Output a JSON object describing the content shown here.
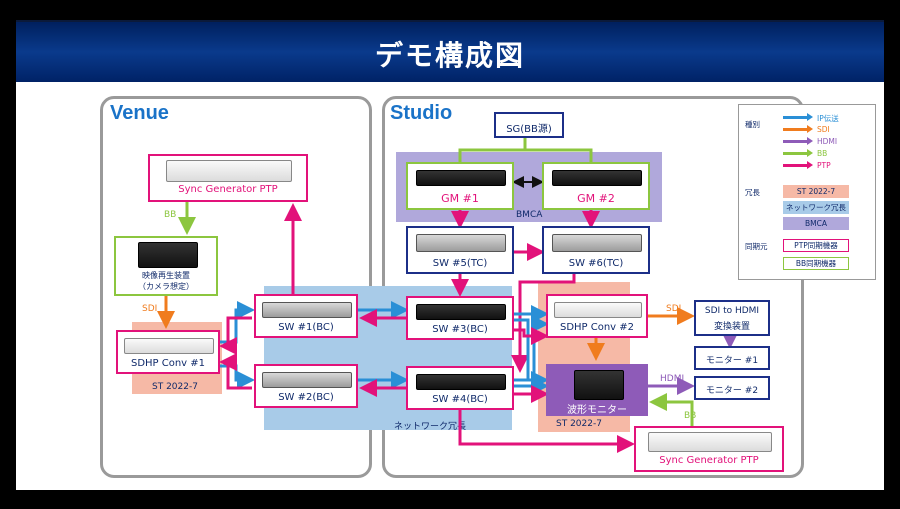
{
  "title": "デモ構成図",
  "zones": {
    "venue": "Venue",
    "studio": "Studio"
  },
  "nodes": {
    "sync_gen_venue": "Sync Generator PTP",
    "player_line1": "映像再生装置",
    "player_line2": "（カメラ想定）",
    "sdhp_conv1": "SDHP Conv #1",
    "sw1": "SW #1(BC)",
    "sw2": "SW #2(BC)",
    "sg_bb": "SG(BB源)",
    "gm1": "GM #1",
    "gm2": "GM #2",
    "sw5": "SW #5(TC)",
    "sw6": "SW #6(TC)",
    "sw3": "SW #3(BC)",
    "sw4": "SW #4(BC)",
    "sdhp_conv2": "SDHP Conv #2",
    "waveform": "波形モニター",
    "sdi_hdmi_line1": "SDI to HDMI",
    "sdi_hdmi_line2": "変換装置",
    "monitor1": "モニター #1",
    "monitor2": "モニター #2",
    "sync_gen_studio": "Sync Generator PTP"
  },
  "labels": {
    "bb_venue": "BB",
    "sdi_venue": "SDI",
    "st2022_venue": "ST 2022-7",
    "bmca": "BMCA",
    "network_redundancy": "ネットワーク冗長",
    "st2022_studio": "ST 2022-7",
    "sdi_studio": "SDI",
    "hdmi_studio": "HDMI",
    "bb_studio": "BB"
  },
  "legend": {
    "type_header": "種別",
    "items": [
      {
        "label": "IP伝送",
        "color": "#2a8fd6"
      },
      {
        "label": "SDI",
        "color": "#f07c1e"
      },
      {
        "label": "HDMI",
        "color": "#8e5bb8"
      },
      {
        "label": "BB",
        "color": "#8cc63f"
      },
      {
        "label": "PTP",
        "color": "#e2127a"
      }
    ],
    "redundancy_header": "冗長",
    "redundancy_items": [
      "ST 2022-7",
      "ネットワーク冗長",
      "BMCA"
    ],
    "sync_header": "同期元",
    "sync_items": [
      "PTP同期機器",
      "BB同期機器"
    ]
  },
  "colors": {
    "ip": "#2a8fd6",
    "sdi": "#f07c1e",
    "hdmi": "#8e5bb8",
    "bb": "#8cc63f",
    "ptp": "#e2127a",
    "st2022_fill": "#f6b9a6",
    "net_fill": "#a8cbe8",
    "bmca_fill": "#b0a8db",
    "navy": "#1c2f88"
  }
}
